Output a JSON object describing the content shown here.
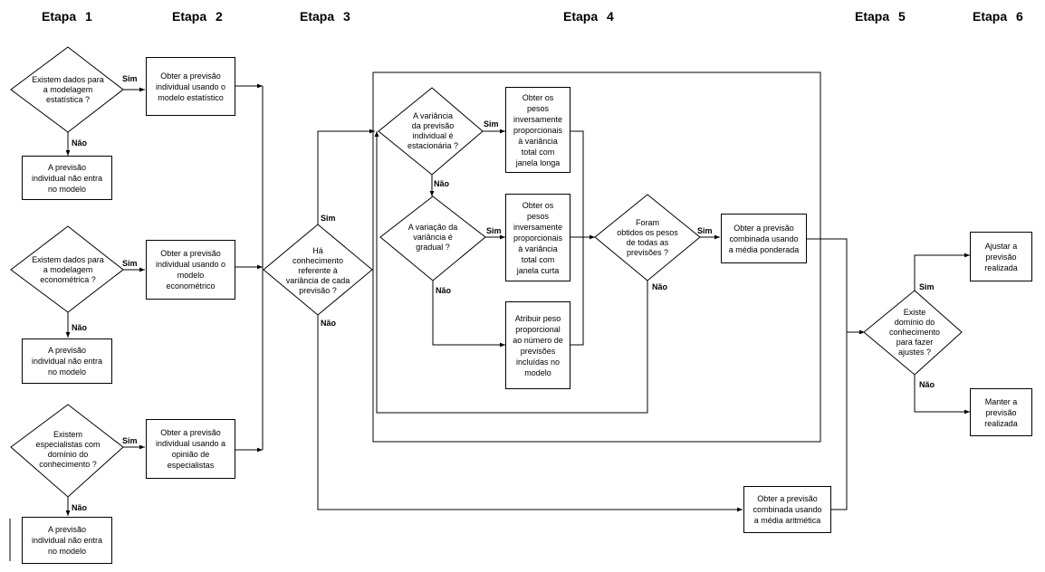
{
  "stages": [
    "Etapa 1",
    "Etapa 2",
    "Etapa 3",
    "Etapa 4",
    "Etapa 5",
    "Etapa 6"
  ],
  "labels": {
    "yes": "Sim",
    "no": "Não"
  },
  "etapa1": {
    "decisions": [
      "Existem dados para\na modelagem\nestatística   ?",
      "Existem dados para\na modelagem\neconométrica     ?",
      "Existem\nespecialistas com\ndomínio do\nconhecimento     ?"
    ],
    "excluded": [
      "A previsão\nindividual não entra\nno modelo",
      "A previsão\nindividual não entra\nno modelo",
      "A previsão\nindividual não entra\nno modelo"
    ]
  },
  "etapa2": {
    "forecasts": [
      "Obter a previsão\nindividual usando o\nmodelo estatístico",
      "Obter a previsão\nindividual usando o\nmodelo\neconométrico",
      "Obter a previsão\nindividual usando a\nopinião de\nespecialistas"
    ]
  },
  "etapa3": {
    "decision": "Há\nconhecimento\nreferente à\nvariância de cada\nprevisão   ?",
    "arithmetic_box": "Obter a previsão\ncombinada usando\na média aritmética"
  },
  "etapa4": {
    "stationary_decision": "A variância\nda previsão\nindividual é\nestacionária     ?",
    "gradual_decision": "A variação da\nvariância é\ngradual   ?",
    "all_weights_decision": "Foram\nobtidos os pesos\nde todas as\nprevisões     ?",
    "long_window_box": "Obter os\npesos\ninversamente\nproporcionais\nà variância\ntotal com\njanela longa",
    "short_window_box": "Obter os\npesos\ninversamente\nproporcionais\nà variância\ntotal com\njanela curta",
    "proportional_box": "Atribuir peso\nproporcional\nao número de\nprevisões\nincluídas no\nmodelo",
    "weighted_box": "Obter a previsão\ncombinada usando\na média ponderada"
  },
  "etapa5": {
    "decision": "Existe\ndomínio do\nconhecimento\npara fazer\najustes     ?"
  },
  "etapa6": {
    "adjust_box": "Ajustar a\nprevisão\nrealizada",
    "keep_box": "Manter a\nprevisão\nrealizada"
  }
}
